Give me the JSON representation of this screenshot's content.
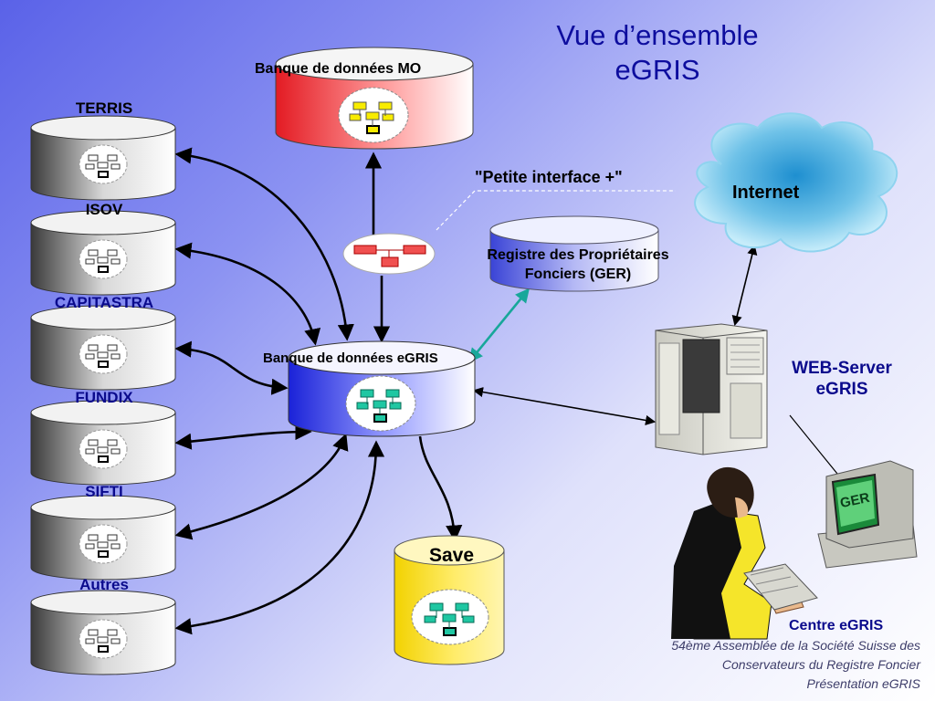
{
  "title": {
    "line1": "Vue d’ensemble",
    "line2": "eGRIS"
  },
  "sources": [
    {
      "label": "TERRIS"
    },
    {
      "label": "ISOV"
    },
    {
      "label": "CAPITASTRA"
    },
    {
      "label": "FUNDIX"
    },
    {
      "label": "SIFTI"
    },
    {
      "label": "Autres"
    }
  ],
  "db_mo": {
    "label": "Banque de données MO"
  },
  "db_egris": {
    "label": "Banque de données eGRIS"
  },
  "registre": {
    "line1": "Registre des Propriétaires",
    "line2": "Fonciers (GER)"
  },
  "interface_label": "\"Petite interface +\"",
  "internet": {
    "label": "Internet"
  },
  "web_server": {
    "line1": "WEB-Server",
    "line2": "eGRIS"
  },
  "save": {
    "label": "Save"
  },
  "monitor_screen": "GER",
  "centre": {
    "label": "Centre eGRIS"
  },
  "footer": {
    "line1": "54ème Assemblée de la Société Suisse des",
    "line2": "Conservateurs du Registre Foncier",
    "line3": "Présentation eGRIS"
  },
  "colors": {
    "title": "#0d0d9e",
    "db_mo": "#e8232a",
    "db_egris": "#2430e0",
    "registre": "#3a44d6",
    "save": "#f2d200",
    "cloud": "#2f9fd6",
    "teal_arrow": "#18a79a"
  }
}
